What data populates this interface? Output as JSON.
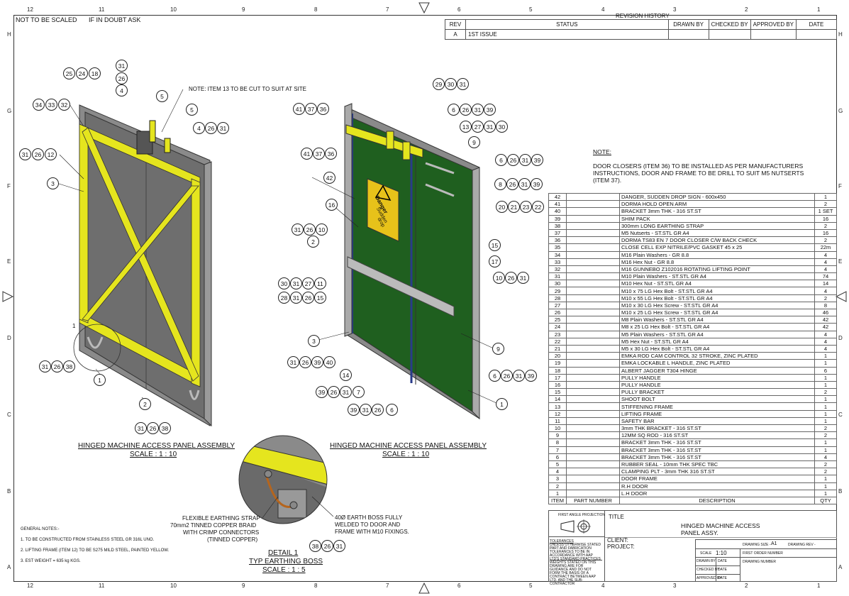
{
  "header": {
    "not_to_scale": "NOT TO BE SCALED",
    "if_in_doubt": "IF IN DOUBT ASK"
  },
  "zones": {
    "cols": [
      "12",
      "11",
      "10",
      "9",
      "8",
      "7",
      "6",
      "5",
      "4",
      "3",
      "2",
      "1"
    ],
    "rows": [
      "H",
      "G",
      "F",
      "E",
      "D",
      "C",
      "B",
      "A"
    ]
  },
  "revision": {
    "title": "REVISION HISTORY",
    "headers": [
      "REV",
      "STATUS",
      "DRAWN BY",
      "CHECKED BY",
      "APPROVED BY",
      "DATE"
    ],
    "rows": [
      [
        "A",
        "1ST ISSUE",
        "",
        "",
        "",
        ""
      ]
    ]
  },
  "note": {
    "heading": "NOTE:",
    "text1": "DOOR CLOSERS (ITEM 36) TO BE INSTALLED AS PER MANUFACTURERS",
    "text2": "INSTRUCTIONS, DOOR AND FRAME TO BE DRILL TO SUIT M5 NUTSERTS",
    "text3": "(ITEM 37)."
  },
  "bom": {
    "rows": [
      [
        "42",
        "DANGER, SUDDEN DROP SIGN - 600x450",
        "1"
      ],
      [
        "41",
        "DORMA HOLD OPEN ARM",
        "2"
      ],
      [
        "40",
        "BRACKET 3mm THK - 316 ST.ST",
        "1 SET"
      ],
      [
        "39",
        "SHIM PACK",
        "16"
      ],
      [
        "38",
        "300mm LONG EARTHING STRAP",
        "2"
      ],
      [
        "37",
        "M5 Nutserts - ST.STL GR A4",
        "16"
      ],
      [
        "36",
        "DORMA TS83 EN 7 DOOR CLOSER C/W BACK CHECK",
        "2"
      ],
      [
        "35",
        "CLOSE CELL EXP NITRILE/PVC GASKET 45 x 25",
        "22m"
      ],
      [
        "34",
        "M16 Plain Washers - GR 8.8",
        "4"
      ],
      [
        "33",
        "M16 Hex Nut - GR 8.8",
        "4"
      ],
      [
        "32",
        "M16 GUNNEBO Z102016 ROTATING LIFTING POINT",
        "4"
      ],
      [
        "31",
        "M10 Plain Washers - ST.STL GR A4",
        "74"
      ],
      [
        "30",
        "M10 Hex Nut - ST.STL GR A4",
        "14"
      ],
      [
        "29",
        "M10 x 75 LG Hex Bolt - ST.STL GR A4",
        "4"
      ],
      [
        "28",
        "M10 x 55 LG Hex Bolt - ST.STL GR A4",
        "2"
      ],
      [
        "27",
        "M10 x 30 LG Hex Screw - ST.STL GR A4",
        "8"
      ],
      [
        "26",
        "M10 x 25 LG Hex Screw - ST.STL GR A4",
        "46"
      ],
      [
        "25",
        "M8 Plain Washers - ST.STL GR A4",
        "42"
      ],
      [
        "24",
        "M8 x 25 LG Hex Bolt - ST.STL GR A4",
        "42"
      ],
      [
        "23",
        "M5 Plain Washers - ST.STL GR A4",
        "4"
      ],
      [
        "22",
        "M5 Hex Nut - ST.STL GR A4",
        "4"
      ],
      [
        "21",
        "M5 x 30 LG Hex Bolt - ST.STL GR A4",
        "4"
      ],
      [
        "20",
        "EMKA ROD CAM CONTROL 32 STROKE, ZINC PLATED",
        "1"
      ],
      [
        "19",
        "EMKA LOCKABLE L HANDLE, ZINC PLATED",
        "1"
      ],
      [
        "18",
        "ALBERT JAGGER T304 HINGE",
        "6"
      ],
      [
        "17",
        "PULLY HANDLE",
        "1"
      ],
      [
        "16",
        "PULLY HANDLE",
        "1"
      ],
      [
        "15",
        "PULLY BRACKET",
        "2"
      ],
      [
        "14",
        "SHOOT BOLT",
        "1"
      ],
      [
        "13",
        "STIFFENING FRAME",
        "1"
      ],
      [
        "12",
        "LIFTING FRAME",
        "1"
      ],
      [
        "11",
        "SAFETY BAR",
        "1"
      ],
      [
        "10",
        "3mm THK BRACKET - 316 ST.ST",
        "2"
      ],
      [
        "9",
        "12MM SQ ROD - 316 ST.ST",
        "2"
      ],
      [
        "8",
        "BRACKET 3mm THK - 316 ST.ST",
        "1"
      ],
      [
        "7",
        "BRACKET 3mm THK - 316 ST.ST",
        "1"
      ],
      [
        "6",
        "BRACKET 3mm THK - 316 ST.ST",
        "4"
      ],
      [
        "5",
        "RUBBER SEAL - 10mm THK SPEC TBC",
        "2"
      ],
      [
        "4",
        "CLAMPING PLT - 3mm THK 316 ST.ST",
        "2"
      ],
      [
        "3",
        "DOOR FRAME",
        "1"
      ],
      [
        "2",
        "R.H DOOR",
        "1"
      ],
      [
        "1",
        "L.H DOOR",
        "1"
      ]
    ],
    "headers": [
      "ITEM",
      "PART NUMBER",
      "DESCRIPTION",
      "QTY"
    ]
  },
  "titleblock": {
    "projection": "FIRST ANGLE PROJECTION",
    "title_label": "TITLE",
    "title1": "HINGED MACHINE ACCESS",
    "title2": "PANEL ASSY.",
    "client": "CLIENT:",
    "project": "PROJECT:",
    "tolerances": "TOLERANCES",
    "tol_text": "UNLESS OTHERWISE STATED PART AND FABRICATION TOLERANCES TO BE IN ACCORDANCE WITH AAP LTD'S STANDARD PRACTICES",
    "weights_text": "WEIGHTS STATED ON THIS DRAWING ARE FOR GUIDANCE AND DO NOT FORM THE BASIS OF A CONTRACT BETWEEN AAP LTD. AND THE SUB-CONTRACTOR",
    "drawing_size_label": "DRAWING SIZE -",
    "drawing_size": "A1",
    "drawing_rev": "DRAWING REV -",
    "scale_label": "SCALE",
    "scale": "1:10",
    "first_order": "FIRST ORDER NUMBER",
    "drawn_by": "DRAWN BY",
    "checked_by": "CHECKED BY",
    "approved_by": "APPROVED BY",
    "date": "DATE",
    "drawing_number": "DRAWING NUMBER"
  },
  "views": {
    "view1_title": "HINGED MACHINE ACCESS PANEL ASSEMBLY",
    "view1_scale": "SCALE : 1 : 10",
    "view2_title": "HINGED MACHINE ACCESS PANEL ASSEMBLY",
    "view2_scale": "SCALE : 1 : 10",
    "detail_title": "DETAIL 1",
    "detail_sub": "TYP EARTHING BOSS",
    "detail_scale": "SCALE : 1 : 5",
    "note13": "NOTE: ITEM 13 TO BE CUT TO SUIT AT SITE",
    "sign_text1": "Danger",
    "sign_text2": "Sudden",
    "sign_text3": "drop",
    "detail_marker": "1",
    "strap_note1": "FLEXIBLE EARTHING STRAP",
    "strap_note2": "70mm2  TINNED COPPER BRAID",
    "strap_note3": "WITH CRIMP CONNECTORS",
    "strap_note4": "(TINNED COPPER)",
    "boss_note1": "40Ø EARTH BOSS FULLY",
    "boss_note2": "WELDED TO DOOR AND",
    "boss_note3": "FRAME WITH M10 FIXINGS."
  },
  "general_notes": {
    "heading": "GENERAL NOTES:-",
    "n1": "1. TO BE CONSTRUCTED FROM STAINLESS STEEL GR 316L UNO.",
    "n2": "2. LIFTING FRAME (ITEM 12) TO BE S275 MILD STEEL, PAINTED YELLOW.",
    "n3": "3. EST WEIGHT = 635 kg KGS."
  },
  "balloons": {
    "b25": "25",
    "b24": "24",
    "b18": "18",
    "b31": "31",
    "b26": "26",
    "b4": "4",
    "b5": "5",
    "b34": "34",
    "b33": "33",
    "b32": "32",
    "b12": "12",
    "b3": "3",
    "b2": "2",
    "b1": "1",
    "b38": "38",
    "b41": "41",
    "b37": "37",
    "b36": "36",
    "b42": "42",
    "b16": "16",
    "b10": "10",
    "b30": "30",
    "b27": "27",
    "b11": "11",
    "b28": "28",
    "b15": "15",
    "b40": "40",
    "b14": "14",
    "b39": "39",
    "b7": "7",
    "b6": "6",
    "b29": "29",
    "b13": "13",
    "b9": "9",
    "b8": "8",
    "b20": "20",
    "b21": "21",
    "b23": "23",
    "b22": "22",
    "b17": "17"
  }
}
